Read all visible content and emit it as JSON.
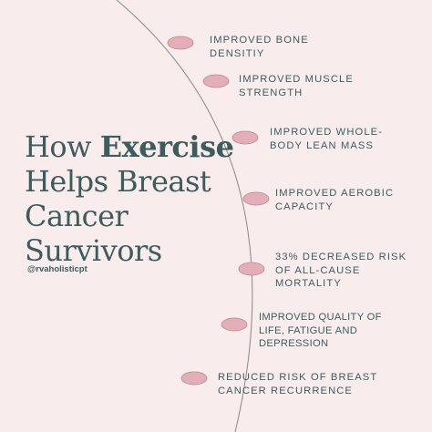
{
  "title": {
    "line1_normal": "How ",
    "line1_bold": "Exercise",
    "line2": "Helps Breast",
    "line3": "Cancer",
    "line4": "Survivors"
  },
  "handle": "@rvaholisticpt",
  "benefits": [
    {
      "line1": "IMPROVED BONE",
      "line2": "DENSITIY"
    },
    {
      "line1": "IMPROVED MUSCLE",
      "line2": "STRENGTH"
    },
    {
      "line1": "IMPROVED WHOLE-",
      "line2": "BODY LEAN MASS"
    },
    {
      "line1": "IMPROVED AEROBIC",
      "line2": "CAPACITY"
    },
    {
      "line1": "33% DECREASED RISK",
      "line2": "OF ALL-CAUSE",
      "line3": "MORTALITY"
    },
    {
      "line1": "IMPROVED QUALITY OF",
      "line2": "LIFE, FATIGUE AND",
      "line3": "DEPRESSION"
    },
    {
      "line1": "REDUCED RISK OF BREAST",
      "line2": "CANCER RECURRENCE"
    }
  ],
  "colors": {
    "background": "#f8eced",
    "text": "#3d5c5c",
    "marker_fill": "#e3aeb8",
    "marker_stroke": "#b88a93",
    "arc": "#8a8a8a"
  }
}
